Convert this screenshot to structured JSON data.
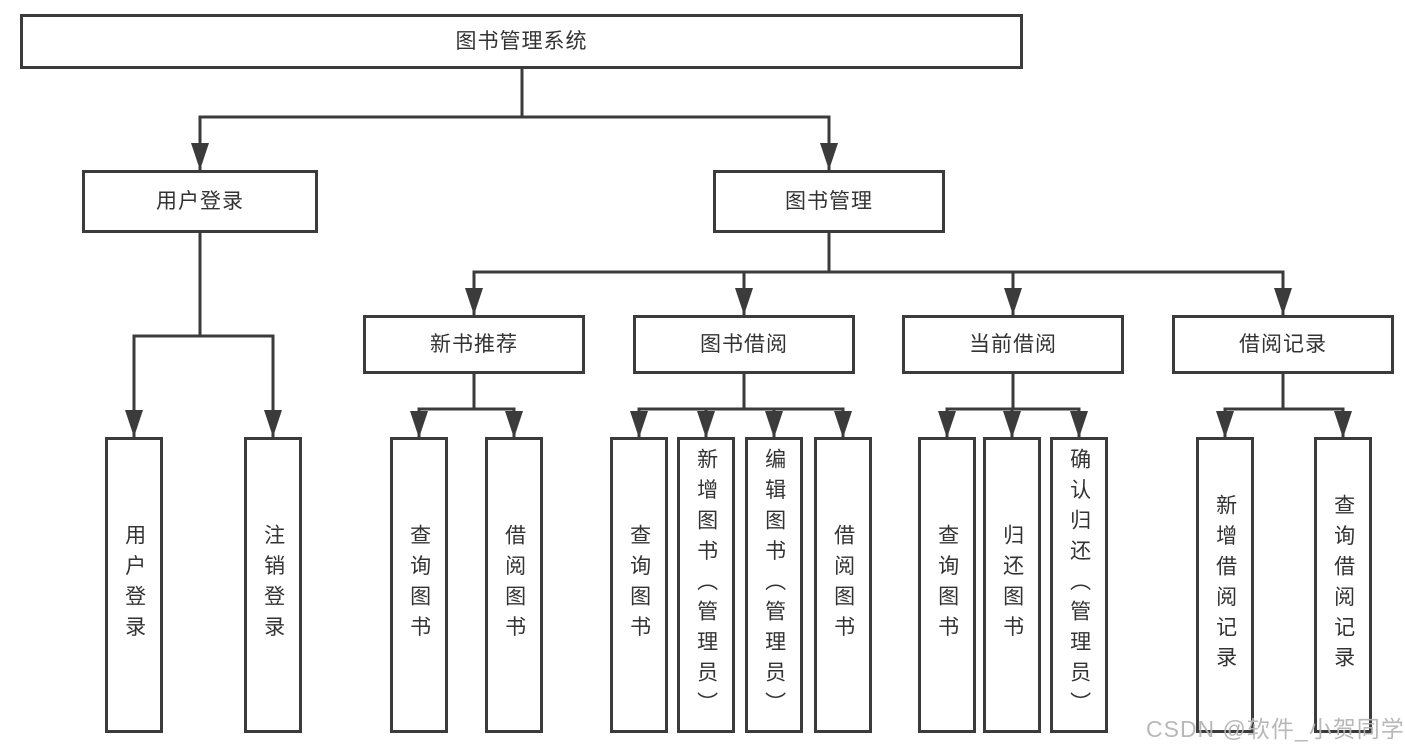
{
  "diagram_title": "图书管理系统",
  "tree": {
    "label": "图书管理系统",
    "children": [
      {
        "label": "用户登录",
        "children": [
          {
            "label": "用户登录"
          },
          {
            "label": "注销登录"
          }
        ]
      },
      {
        "label": "图书管理",
        "children": [
          {
            "label": "新书推荐",
            "children": [
              {
                "label": "查询图书"
              },
              {
                "label": "借阅图书"
              }
            ]
          },
          {
            "label": "图书借阅",
            "children": [
              {
                "label": "查询图书"
              },
              {
                "label": "新增图书（管理员）"
              },
              {
                "label": "编辑图书（管理员）"
              },
              {
                "label": "借阅图书"
              }
            ]
          },
          {
            "label": "当前借阅",
            "children": [
              {
                "label": "查询图书"
              },
              {
                "label": "归还图书"
              },
              {
                "label": "确认归还（管理员）"
              }
            ]
          },
          {
            "label": "借阅记录",
            "children": [
              {
                "label": "新增借阅记录"
              },
              {
                "label": "查询借阅记录"
              }
            ]
          }
        ]
      }
    ]
  },
  "watermark": "CSDN @软件_小贺同学",
  "colors": {
    "line": "#3b3b3b",
    "border": "#3b3b3b",
    "text": "#333333",
    "watermark": "#b4b4b4",
    "background": "#ffffff"
  }
}
